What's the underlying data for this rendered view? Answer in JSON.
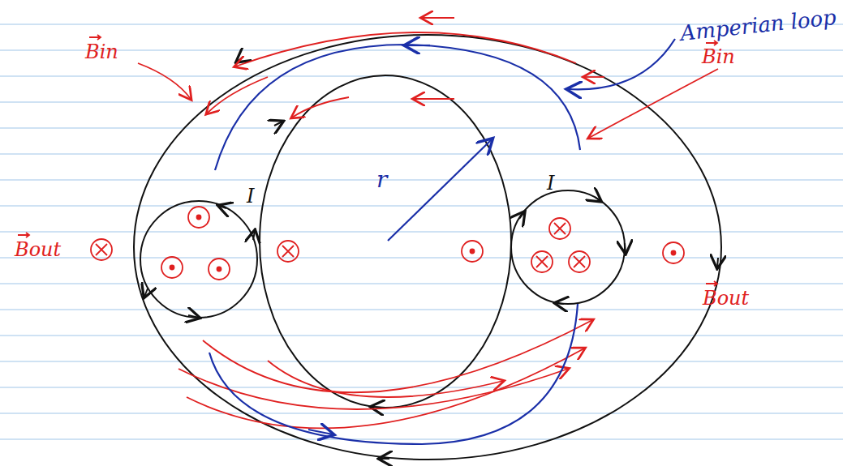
{
  "diagram": {
    "labels": [
      "Amperian loop",
      "Bin",
      "Bin",
      "Bout",
      "Bout",
      "I",
      "I",
      "r"
    ]
  }
}
